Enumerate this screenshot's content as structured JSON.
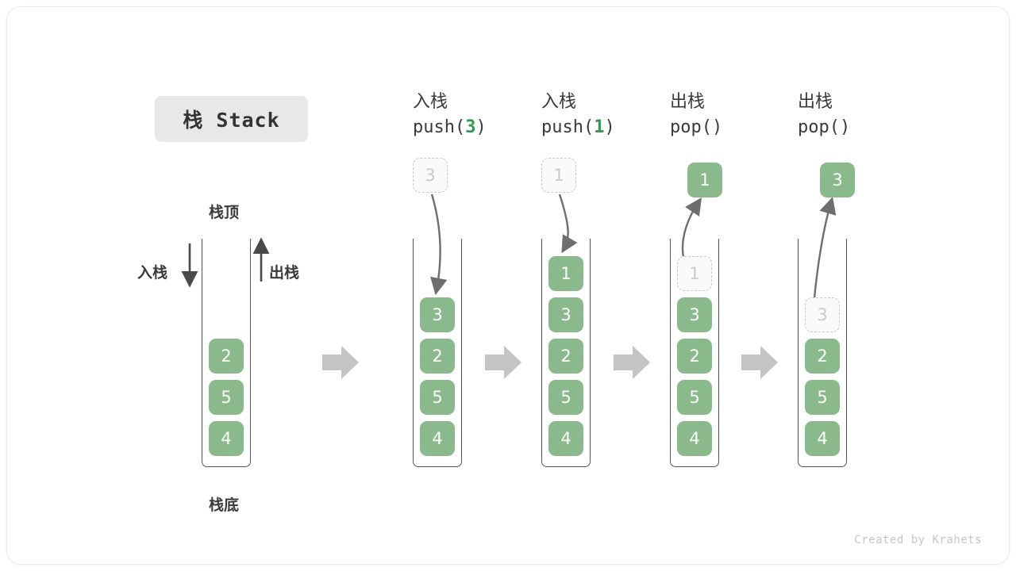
{
  "title": "栈 Stack",
  "credit": "Created by Krahets",
  "colors": {
    "cell_fill": "#8ABA8B",
    "cell_text": "#FFFFFF",
    "ghost_border": "#C9C9C9",
    "ghost_text": "#C9C9C9",
    "arrow_gray": "#C4C4C4",
    "curve_arrow": "#6E6E6E",
    "wall": "#555555",
    "accent_green_text": "#2E9B4F",
    "chip_bg": "#E8E8E8"
  },
  "initial_stack": {
    "top_label": "栈顶",
    "bottom_label": "栈底",
    "push_label": "入栈",
    "pop_label": "出栈",
    "cells": [
      "2",
      "5",
      "4"
    ]
  },
  "steps": [
    {
      "op_cn": "入栈",
      "op_code_prefix": "push(",
      "op_code_arg": "3",
      "op_code_suffix": ")",
      "incoming_value": "3",
      "incoming_kind": "ghost",
      "result_value": "",
      "arrow_dir": "down",
      "cells": [
        "3",
        "2",
        "5",
        "4"
      ],
      "ghost_top": ""
    },
    {
      "op_cn": "入栈",
      "op_code_prefix": "push(",
      "op_code_arg": "1",
      "op_code_suffix": ")",
      "incoming_value": "1",
      "incoming_kind": "ghost",
      "result_value": "",
      "arrow_dir": "down",
      "cells": [
        "1",
        "3",
        "2",
        "5",
        "4"
      ],
      "ghost_top": ""
    },
    {
      "op_cn": "出栈",
      "op_code_prefix": "pop(",
      "op_code_arg": "",
      "op_code_suffix": ")",
      "incoming_value": "1",
      "incoming_kind": "filled",
      "result_value": "1",
      "arrow_dir": "up",
      "cells": [
        "3",
        "2",
        "5",
        "4"
      ],
      "ghost_top": "1"
    },
    {
      "op_cn": "出栈",
      "op_code_prefix": "pop(",
      "op_code_arg": "",
      "op_code_suffix": ")",
      "incoming_value": "3",
      "incoming_kind": "filled",
      "result_value": "3",
      "arrow_dir": "up",
      "cells": [
        "2",
        "5",
        "4"
      ],
      "ghost_top": "3"
    }
  ],
  "transition_arrows": 4
}
